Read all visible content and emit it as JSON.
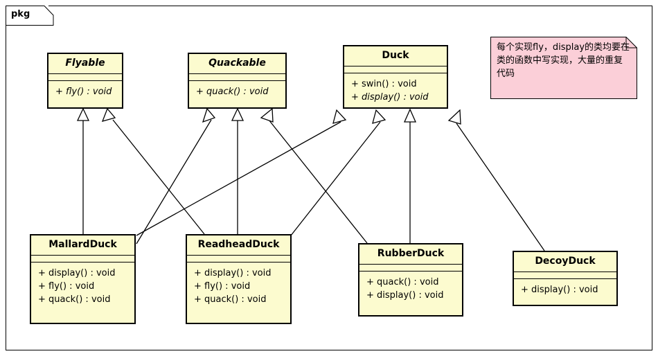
{
  "diagram": {
    "package_label": "pkg",
    "note": {
      "text": "每个实现fly，display的类均要在类的函数中写实现，大量的重复代码",
      "fill": "#fbcfd8",
      "border": "#000000"
    },
    "colors": {
      "class_fill": "#fcfbcf",
      "class_border": "#000000",
      "line": "#000000",
      "background": "#ffffff"
    },
    "classes": [
      {
        "id": "flyable",
        "name": "Flyable",
        "abstract": true,
        "attributes": [],
        "operations": [
          {
            "text": "+ fly() : void",
            "abstract": true
          }
        ]
      },
      {
        "id": "quackable",
        "name": "Quackable",
        "abstract": true,
        "attributes": [],
        "operations": [
          {
            "text": "+ quack() : void",
            "abstract": true
          }
        ]
      },
      {
        "id": "duck",
        "name": "Duck",
        "abstract": false,
        "attributes": [],
        "operations": [
          {
            "text": "+ swin() : void",
            "abstract": false
          },
          {
            "text": "+ display() : void",
            "abstract": true
          }
        ]
      },
      {
        "id": "mallardduck",
        "name": "MallardDuck",
        "abstract": false,
        "attributes": [],
        "operations": [
          {
            "text": "+ display() : void",
            "abstract": false
          },
          {
            "text": "+ fly() : void",
            "abstract": false
          },
          {
            "text": "+ quack() : void",
            "abstract": false
          }
        ]
      },
      {
        "id": "readheadduck",
        "name": "ReadheadDuck",
        "abstract": false,
        "attributes": [],
        "operations": [
          {
            "text": "+ display() : void",
            "abstract": false
          },
          {
            "text": "+ fly() : void",
            "abstract": false
          },
          {
            "text": "+ quack() : void",
            "abstract": false
          }
        ]
      },
      {
        "id": "rubberduck",
        "name": "RubberDuck",
        "abstract": false,
        "attributes": [],
        "operations": [
          {
            "text": "+ quack() : void",
            "abstract": false
          },
          {
            "text": "+ display() : void",
            "abstract": false
          }
        ]
      },
      {
        "id": "decoyduck",
        "name": "DecoyDuck",
        "abstract": false,
        "attributes": [],
        "operations": [
          {
            "text": "+ display() : void",
            "abstract": false
          }
        ]
      }
    ],
    "relationships": [
      {
        "type": "generalization",
        "from": "mallardduck",
        "to": "flyable"
      },
      {
        "type": "generalization",
        "from": "readheadduck",
        "to": "flyable"
      },
      {
        "type": "generalization",
        "from": "mallardduck",
        "to": "quackable"
      },
      {
        "type": "generalization",
        "from": "readheadduck",
        "to": "quackable"
      },
      {
        "type": "generalization",
        "from": "rubberduck",
        "to": "quackable"
      },
      {
        "type": "generalization",
        "from": "mallardduck",
        "to": "duck"
      },
      {
        "type": "generalization",
        "from": "readheadduck",
        "to": "duck"
      },
      {
        "type": "generalization",
        "from": "rubberduck",
        "to": "duck"
      },
      {
        "type": "generalization",
        "from": "decoyduck",
        "to": "duck"
      }
    ]
  }
}
